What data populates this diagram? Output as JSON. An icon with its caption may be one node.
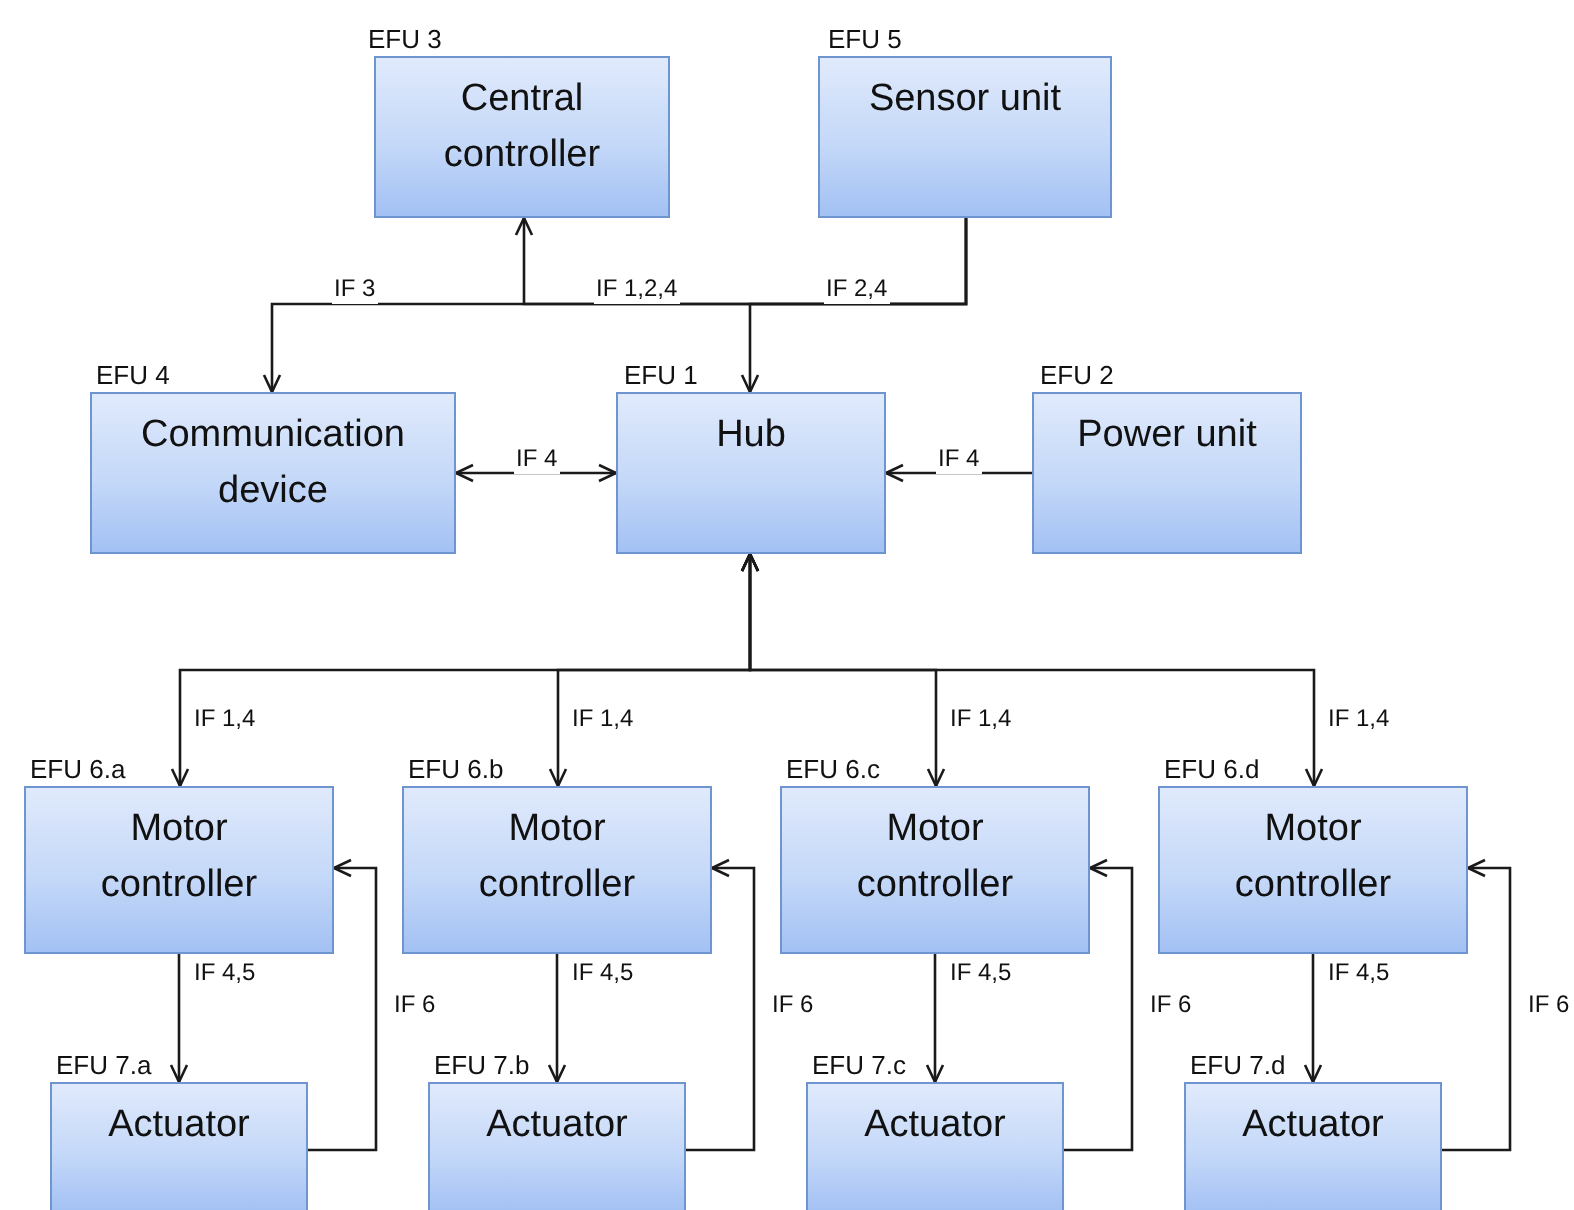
{
  "diagram": {
    "nodes": [
      {
        "text": [
          "EFU 3",
          "Central controller"
        ]
      },
      {
        "text": [
          "EFU 5",
          "Sensor unit"
        ]
      },
      {
        "text": [
          "EFU 4",
          "Communication device"
        ]
      },
      {
        "text": [
          "EFU 1",
          "Hub"
        ]
      },
      {
        "text": [
          "EFU 2",
          "Power unit"
        ]
      },
      {
        "text": [
          "EFU 6.a",
          "Motor controller"
        ]
      },
      {
        "text": [
          "EFU 6.b",
          "Motor controller"
        ]
      },
      {
        "text": [
          "EFU 6.c",
          "Motor controller"
        ]
      },
      {
        "text": [
          "EFU 6.d",
          "Motor controller"
        ]
      },
      {
        "text": [
          "EFU 7.a",
          "Actuator"
        ]
      },
      {
        "text": [
          "EFU 7.b",
          "Actuator"
        ]
      },
      {
        "text": [
          "EFU 7.c",
          "Actuator"
        ]
      },
      {
        "text": [
          "EFU 7.d",
          "Actuator"
        ]
      }
    ],
    "edges": [
      {
        "from": 1,
        "to": 0,
        "arrow": "to",
        "label": "IF 1,2,4"
      },
      {
        "from": 1,
        "to": 2,
        "arrow": "to",
        "label": "IF 3"
      },
      {
        "from": 1,
        "to": 3,
        "arrow": "to",
        "label": "IF 2,4"
      },
      {
        "from": 2,
        "to": 3,
        "arrow": "both",
        "label": "IF 4"
      },
      {
        "from": 4,
        "to": 3,
        "arrow": "to",
        "label": "IF 4"
      },
      {
        "from": 3,
        "to": 5,
        "arrow": "both",
        "label": "IF 1,4"
      },
      {
        "from": 3,
        "to": 6,
        "arrow": "both",
        "label": "IF 1,4"
      },
      {
        "from": 3,
        "to": 7,
        "arrow": "both",
        "label": "IF 1,4"
      },
      {
        "from": 3,
        "to": 8,
        "arrow": "both",
        "label": "IF 1,4"
      },
      {
        "from": 5,
        "to": 9,
        "arrow": "to",
        "label": "IF 4,5"
      },
      {
        "from": 6,
        "to": 10,
        "arrow": "to",
        "label": "IF 4,5"
      },
      {
        "from": 7,
        "to": 11,
        "arrow": "to",
        "label": "IF 4,5"
      },
      {
        "from": 8,
        "to": 12,
        "arrow": "to",
        "label": "IF 4,5"
      },
      {
        "from": 9,
        "to": 5,
        "arrow": "to",
        "label": "IF 6"
      },
      {
        "from": 10,
        "to": 6,
        "arrow": "to",
        "label": "IF 6"
      },
      {
        "from": 11,
        "to": 7,
        "arrow": "to",
        "label": "IF 6"
      },
      {
        "from": 12,
        "to": 8,
        "arrow": "to",
        "label": "IF 6"
      }
    ]
  }
}
